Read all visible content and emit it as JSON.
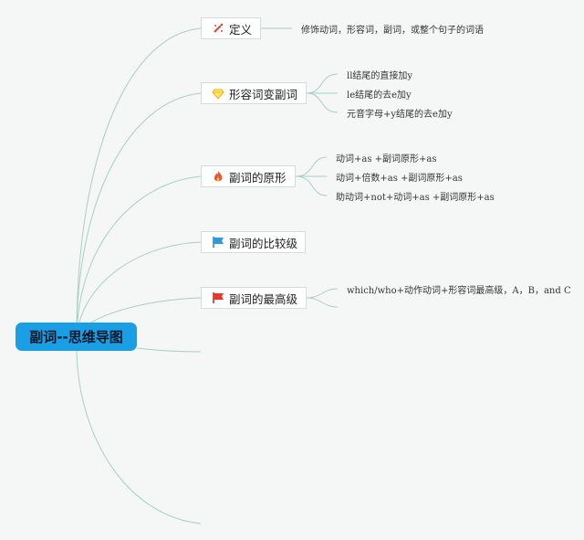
{
  "root": {
    "label": "副词--思维导图"
  },
  "branches": [
    {
      "icon": "pencil-icon",
      "label": "定义",
      "leaves": [
        "修饰动词，形容词，副词，或整个句子的词语"
      ]
    },
    {
      "icon": "diamond-icon",
      "label": "形容词变副词",
      "leaves": [
        "ll结尾的直接加y",
        "le结尾的去e加y",
        "元音字母+y结尾的去e加y"
      ]
    },
    {
      "icon": "fire-icon",
      "label": "副词的原形",
      "leaves": [
        "动词+as +副词原形+as",
        "动词+倍数+as +副词原形+as",
        "助动词+not+动词+as +副词原形+as"
      ]
    },
    {
      "icon": "blue-flag-icon",
      "label": "副词的比较级",
      "leaves": []
    },
    {
      "icon": "red-flag-icon",
      "label": "副词的最高级",
      "leaves": [
        "which/who+动作动词+形容词最高级，A，B，and C"
      ]
    }
  ],
  "colors": {
    "root": "#1a9fe4",
    "edge": "#a8cfc4"
  }
}
